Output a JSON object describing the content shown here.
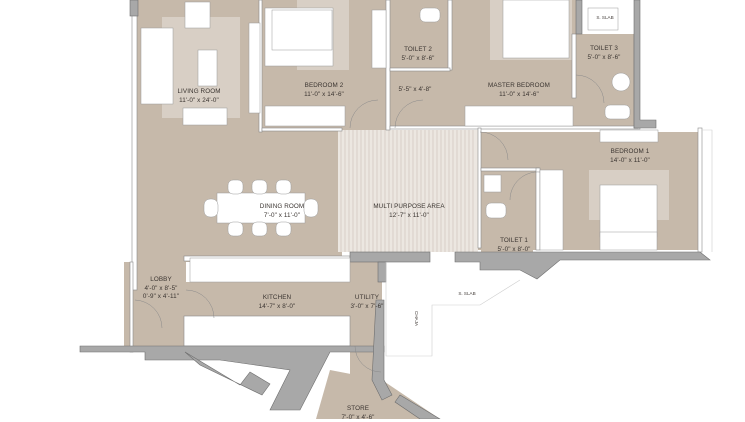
{
  "plan": {
    "colors": {
      "floor": "#c6b9aa",
      "floor_light": "#d8cfc5",
      "wall": "#a8a8a8",
      "wall_edge": "#6e6e6e",
      "furniture": "#ffffff",
      "deck": "#ece7e1",
      "deck_line": "#d2c9c0"
    },
    "rooms": [
      {
        "id": "living-room",
        "name": "LIVING ROOM",
        "dims": "11'-0\" x 24'-0\""
      },
      {
        "id": "bedroom-2",
        "name": "BEDROOM 2",
        "dims": "11'-0\" x 14'-6\""
      },
      {
        "id": "toilet-2",
        "name": "TOILET 2",
        "dims": "5'-0\" x 8'-6\""
      },
      {
        "id": "master-bedroom",
        "name": "MASTER BEDROOM",
        "dims": "11'-0\" x 14'-6\""
      },
      {
        "id": "toilet-3",
        "name": "TOILET 3",
        "dims": "5'-0\" x 8'-6\""
      },
      {
        "id": "bedroom-1",
        "name": "BEDROOM 1",
        "dims": "14'-0\" x 11'-0\""
      },
      {
        "id": "toilet-1",
        "name": "TOILET 1",
        "dims": "5'-0\" x 8'-0\""
      },
      {
        "id": "dining-room",
        "name": "DINING ROOM",
        "dims": "7'-0\" x 11'-0\""
      },
      {
        "id": "multi-purpose-area",
        "name": "MULTI PURPOSE AREA",
        "dims": "12'-7\" x 11'-0\""
      },
      {
        "id": "lobby",
        "name": "LOBBY",
        "dims": "4'-0\" x 8'-5\"",
        "dims2": "0'-9\" x 4'-11\""
      },
      {
        "id": "kitchen",
        "name": "KITCHEN",
        "dims": "14'-7\" x 8'-0\""
      },
      {
        "id": "utility",
        "name": "UTILITY",
        "dims": "3'-0\" x 7'-6\""
      },
      {
        "id": "store",
        "name": "STORE",
        "dims": "7'-0\" x 4'-6\""
      }
    ],
    "annotations": {
      "passage": "5'-5\" x 4'-8\"",
      "s_slab_top": "S. SLAB",
      "s_slab_bottom": "S. SLAB",
      "chaja": "CHAJA"
    }
  }
}
